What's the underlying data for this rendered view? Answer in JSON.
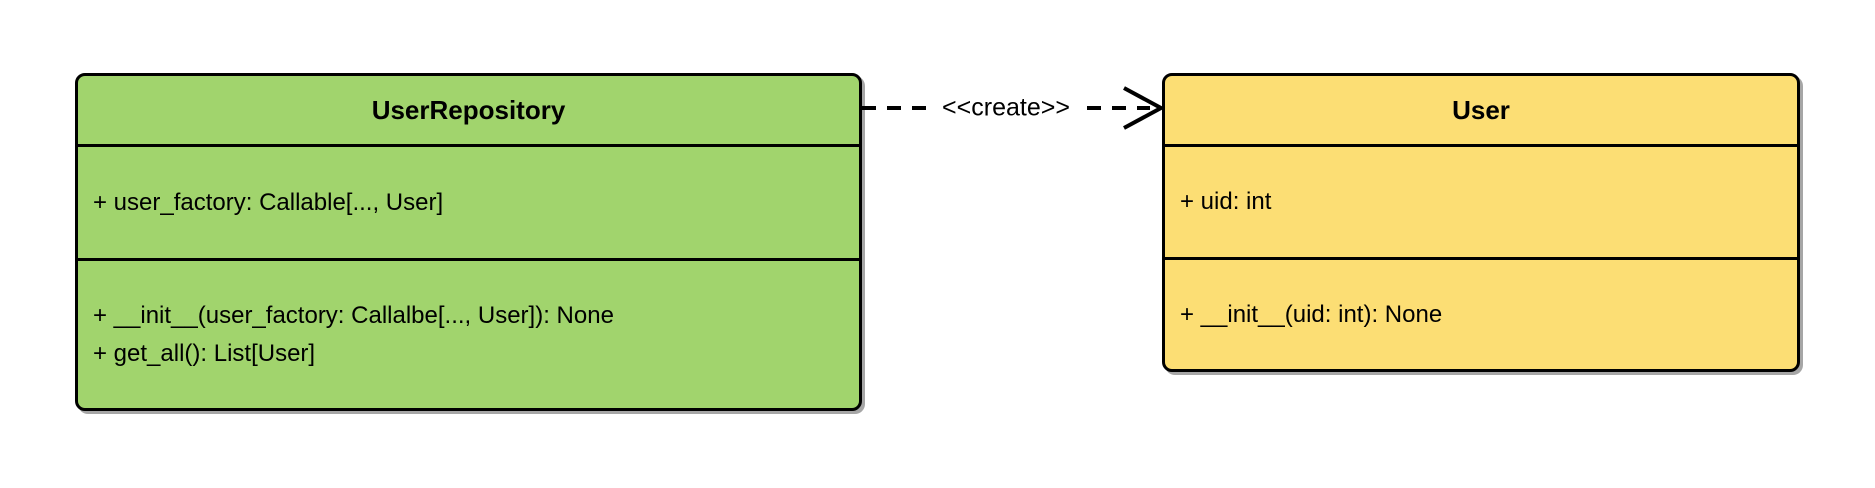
{
  "diagram": {
    "type": "uml-class-diagram",
    "background_color": "#ffffff",
    "line_color": "#000000",
    "text_color": "#000000",
    "classes": [
      {
        "name": "UserRepository",
        "fill": "#a1d46d",
        "attributes": [
          "+ user_factory: Callable[..., User]"
        ],
        "methods": [
          "+ __init__(user_factory: Callalbe[..., User]): None",
          "+ get_all(): List[User]"
        ]
      },
      {
        "name": "User",
        "fill": "#fcde74",
        "attributes": [
          "+ uid: int"
        ],
        "methods": [
          "+ __init__(uid: int): None"
        ]
      }
    ],
    "relation": {
      "from": "UserRepository",
      "to": "User",
      "label": "<<create>>",
      "style": "dashed-open-arrow"
    }
  }
}
